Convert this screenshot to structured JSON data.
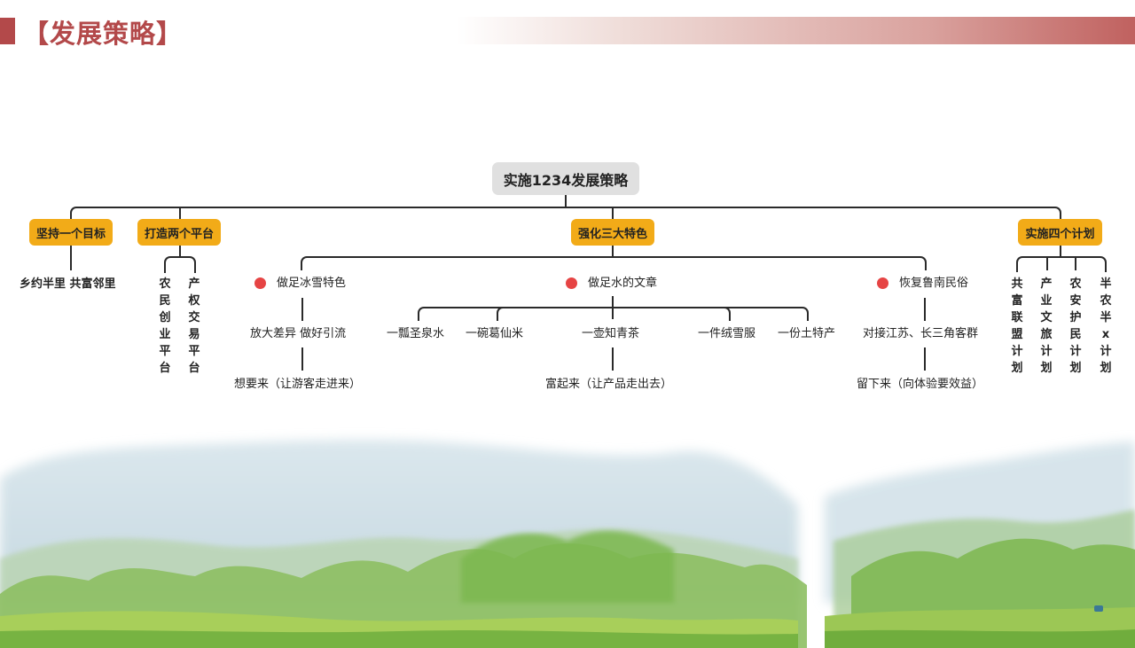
{
  "header": {
    "title": "【发展策略】"
  },
  "root": "实施1234发展策略",
  "branches": {
    "goal": {
      "label": "坚持一个目标",
      "content": "乡约半里 共富邻里"
    },
    "platforms": {
      "label": "打造两个平台",
      "items": [
        "农民创业平台",
        "产权交易平台"
      ]
    },
    "features": {
      "label": "强化三大特色",
      "groups": [
        {
          "title": "做足冰雪特色",
          "mid": "放大差异 做好引流",
          "bottom": "想要来（让游客走进来）"
        },
        {
          "title": "做足水的文章",
          "items": [
            "一瓢圣泉水",
            "一碗葛仙米",
            "一壶知青茶",
            "一件绒雪服",
            "一份土特产"
          ],
          "bottom": "富起来（让产品走出去）"
        },
        {
          "title": "恢复鲁南民俗",
          "mid": "对接江苏、长三角客群",
          "bottom": "留下来（向体验要效益）"
        }
      ]
    },
    "plans": {
      "label": "实施四个计划",
      "items": [
        "共富联盟计划",
        "产业文旅计划",
        "农安护民计划",
        "半农半x计划"
      ]
    }
  },
  "colors": {
    "accent": "#b3494a",
    "pill": "#f2ab18",
    "dot": "#e64444",
    "root_bg": "#e0e0e0"
  }
}
